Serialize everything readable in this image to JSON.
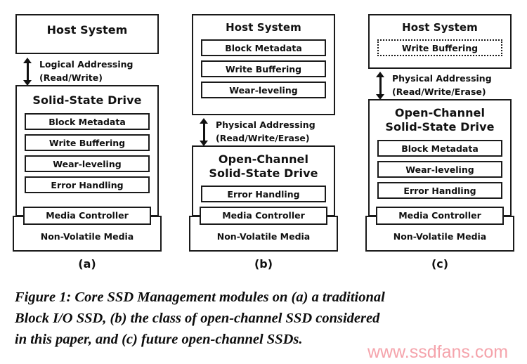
{
  "figure": {
    "caption_line1": "Figure 1: Core SSD Management modules on (a) a traditional",
    "caption_line2": "Block I/O SSD, (b) the class of open-channel SSD considered",
    "caption_line3": "in this paper, and (c) future open-channel SSDs.",
    "watermark": "www.ssdfans.com"
  },
  "panels": [
    {
      "letter": "(a)",
      "host": {
        "title": "Host System",
        "modules": []
      },
      "link": {
        "label_line1": "Logical Addressing",
        "label_line2": "(Read/Write)"
      },
      "drive": {
        "title_line1": "Solid-State Drive",
        "title_line2": "",
        "modules": [
          "Block Metadata",
          "Write Buffering",
          "Wear-leveling",
          "Error Handling"
        ]
      },
      "media_controller": "Media Controller",
      "media": "Non-Volatile Media"
    },
    {
      "letter": "(b)",
      "host": {
        "title": "Host System",
        "modules": [
          "Block Metadata",
          "Write Buffering",
          "Wear-leveling"
        ]
      },
      "link": {
        "label_line1": "Physical Addressing",
        "label_line2": "(Read/Write/Erase)"
      },
      "drive": {
        "title_line1": "Open-Channel",
        "title_line2": "Solid-State Drive",
        "modules": [
          "Error Handling"
        ]
      },
      "media_controller": "Media Controller",
      "media": "Non-Volatile Media"
    },
    {
      "letter": "(c)",
      "host": {
        "title": "Host System",
        "modules": [
          "Write Buffering"
        ]
      },
      "link": {
        "label_line1": "Physical Addressing",
        "label_line2": "(Read/Write/Erase)"
      },
      "drive": {
        "title_line1": "Open-Channel",
        "title_line2": "Solid-State Drive",
        "modules": [
          "Block Metadata",
          "Wear-leveling",
          "Error Handling"
        ]
      },
      "media_controller": "Media Controller",
      "media": "Non-Volatile Media"
    }
  ]
}
